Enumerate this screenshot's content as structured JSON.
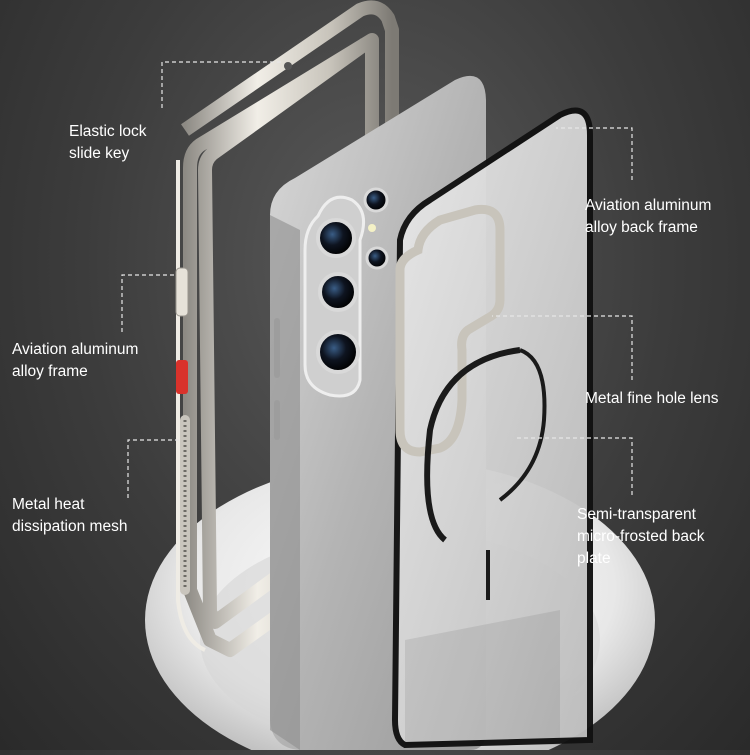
{
  "labels": {
    "elastic_lock": "Elastic lock\nslide key",
    "aviation_frame": "Aviation aluminum\nalloy frame",
    "heat_mesh": "Metal heat\ndissipation mesh",
    "aviation_back_frame": "Aviation aluminum\nalloy back frame",
    "fine_hole_lens": "Metal fine hole lens",
    "back_plate": "Semi-transparent\nmicro-frosted back\nplate"
  },
  "colors": {
    "background": "#3c3c3c",
    "label_text": "#ffffff",
    "leader_line": "#e6e6e6",
    "frame_metal": "#d4d0c8",
    "phone_body": "#b9b9b9",
    "lock_key": "#d9322b",
    "back_plate_edge": "#111111"
  },
  "icons": [
    "lock-key-icon",
    "camera-lens-icon",
    "magsafe-ring-icon"
  ]
}
